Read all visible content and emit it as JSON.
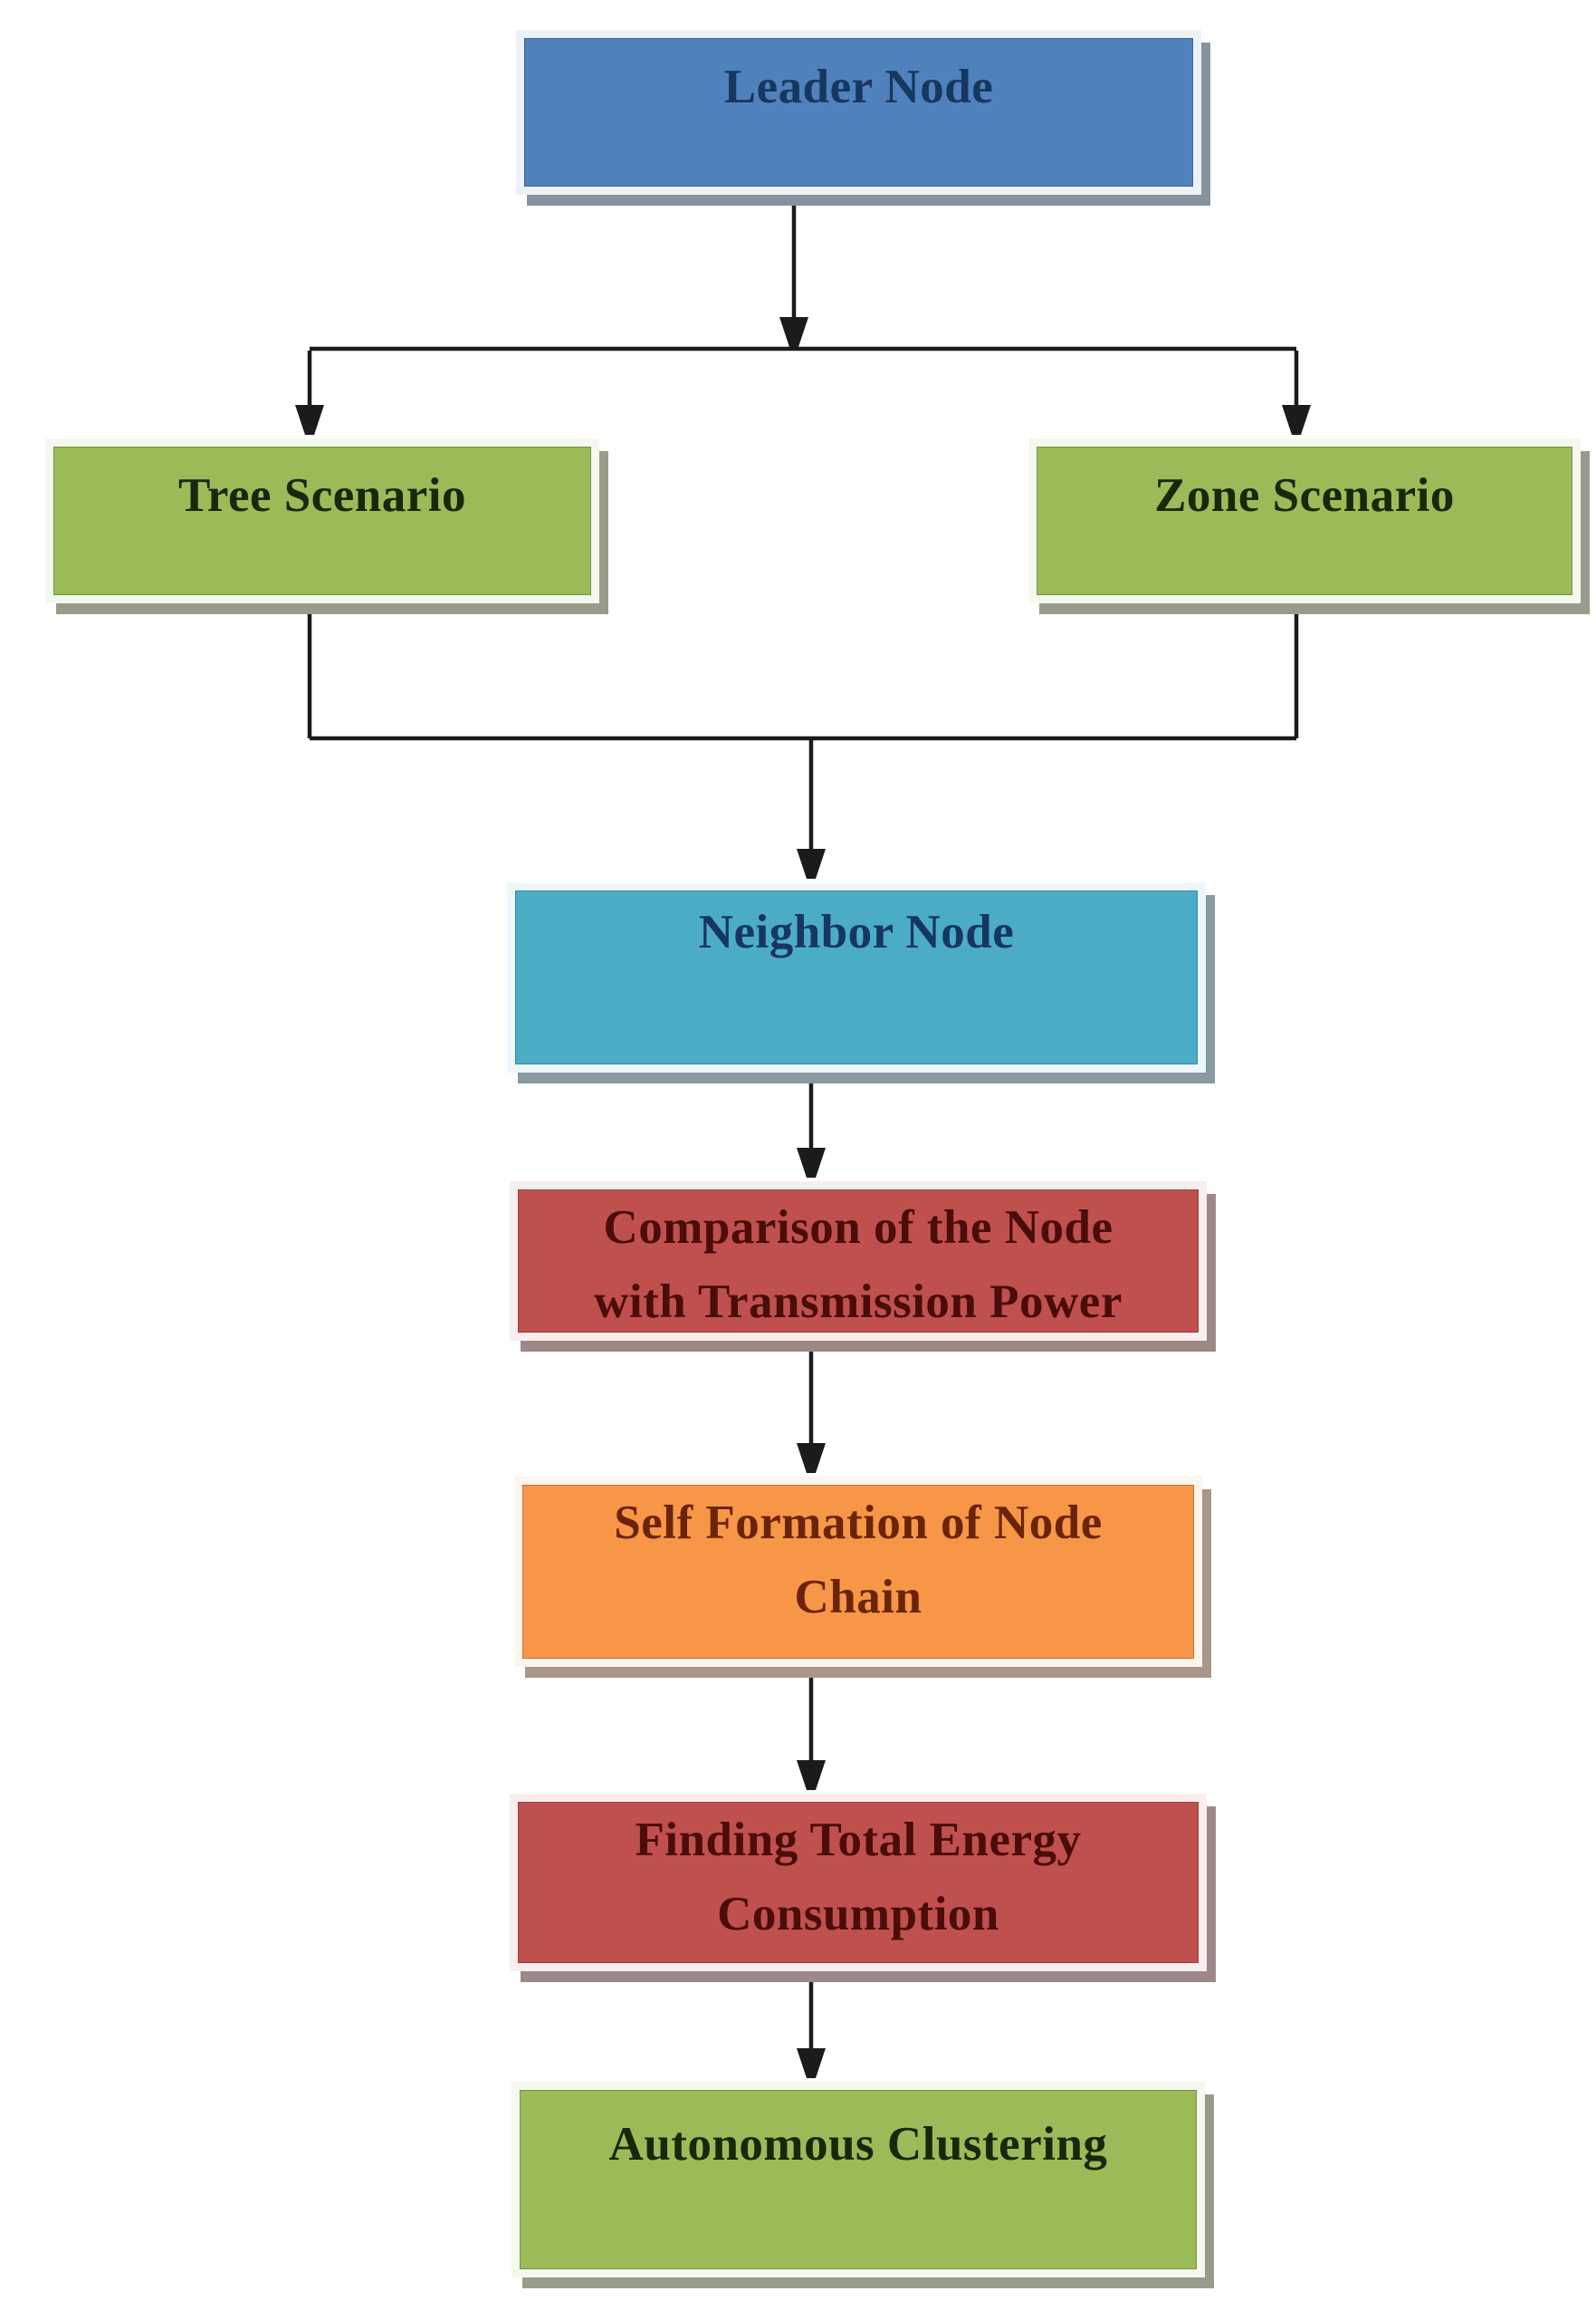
{
  "diagram": {
    "type": "flowchart",
    "connector_color": "#1b1b1b",
    "nodes": [
      {
        "id": "leader-node",
        "label": "Leader Node",
        "fill": "#4F81BD",
        "text_color": "#17375E"
      },
      {
        "id": "tree-scenario",
        "label": "Tree Scenario",
        "fill": "#9BBB59",
        "text_color": "#17280C"
      },
      {
        "id": "zone-scenario",
        "label": "Zone Scenario",
        "fill": "#9BBB59",
        "text_color": "#17280C"
      },
      {
        "id": "neighbor-node",
        "label": "Neighbor Node",
        "fill": "#4BACC6",
        "text_color": "#17375E"
      },
      {
        "id": "comparison-transmission-power",
        "label": "Comparison of the Node\nwith Transmission Power",
        "fill": "#C0504D",
        "text_color": "#4A0D09"
      },
      {
        "id": "self-formation-node-chain",
        "label": "Self Formation of Node\nChain",
        "fill": "#F79646",
        "text_color": "#6B240C"
      },
      {
        "id": "finding-total-energy",
        "label": "Finding Total Energy\nConsumption",
        "fill": "#C0504D",
        "text_color": "#4A0D09"
      },
      {
        "id": "autonomous-clustering",
        "label": "Autonomous Clustering",
        "fill": "#9BBB59",
        "text_color": "#17280C"
      }
    ],
    "edges": [
      {
        "from": "leader-node",
        "to": "tree-scenario"
      },
      {
        "from": "leader-node",
        "to": "zone-scenario"
      },
      {
        "from": "tree-scenario",
        "to": "neighbor-node"
      },
      {
        "from": "zone-scenario",
        "to": "neighbor-node"
      },
      {
        "from": "neighbor-node",
        "to": "comparison-transmission-power"
      },
      {
        "from": "comparison-transmission-power",
        "to": "self-formation-node-chain"
      },
      {
        "from": "self-formation-node-chain",
        "to": "finding-total-energy"
      },
      {
        "from": "finding-total-energy",
        "to": "autonomous-clustering"
      }
    ]
  }
}
